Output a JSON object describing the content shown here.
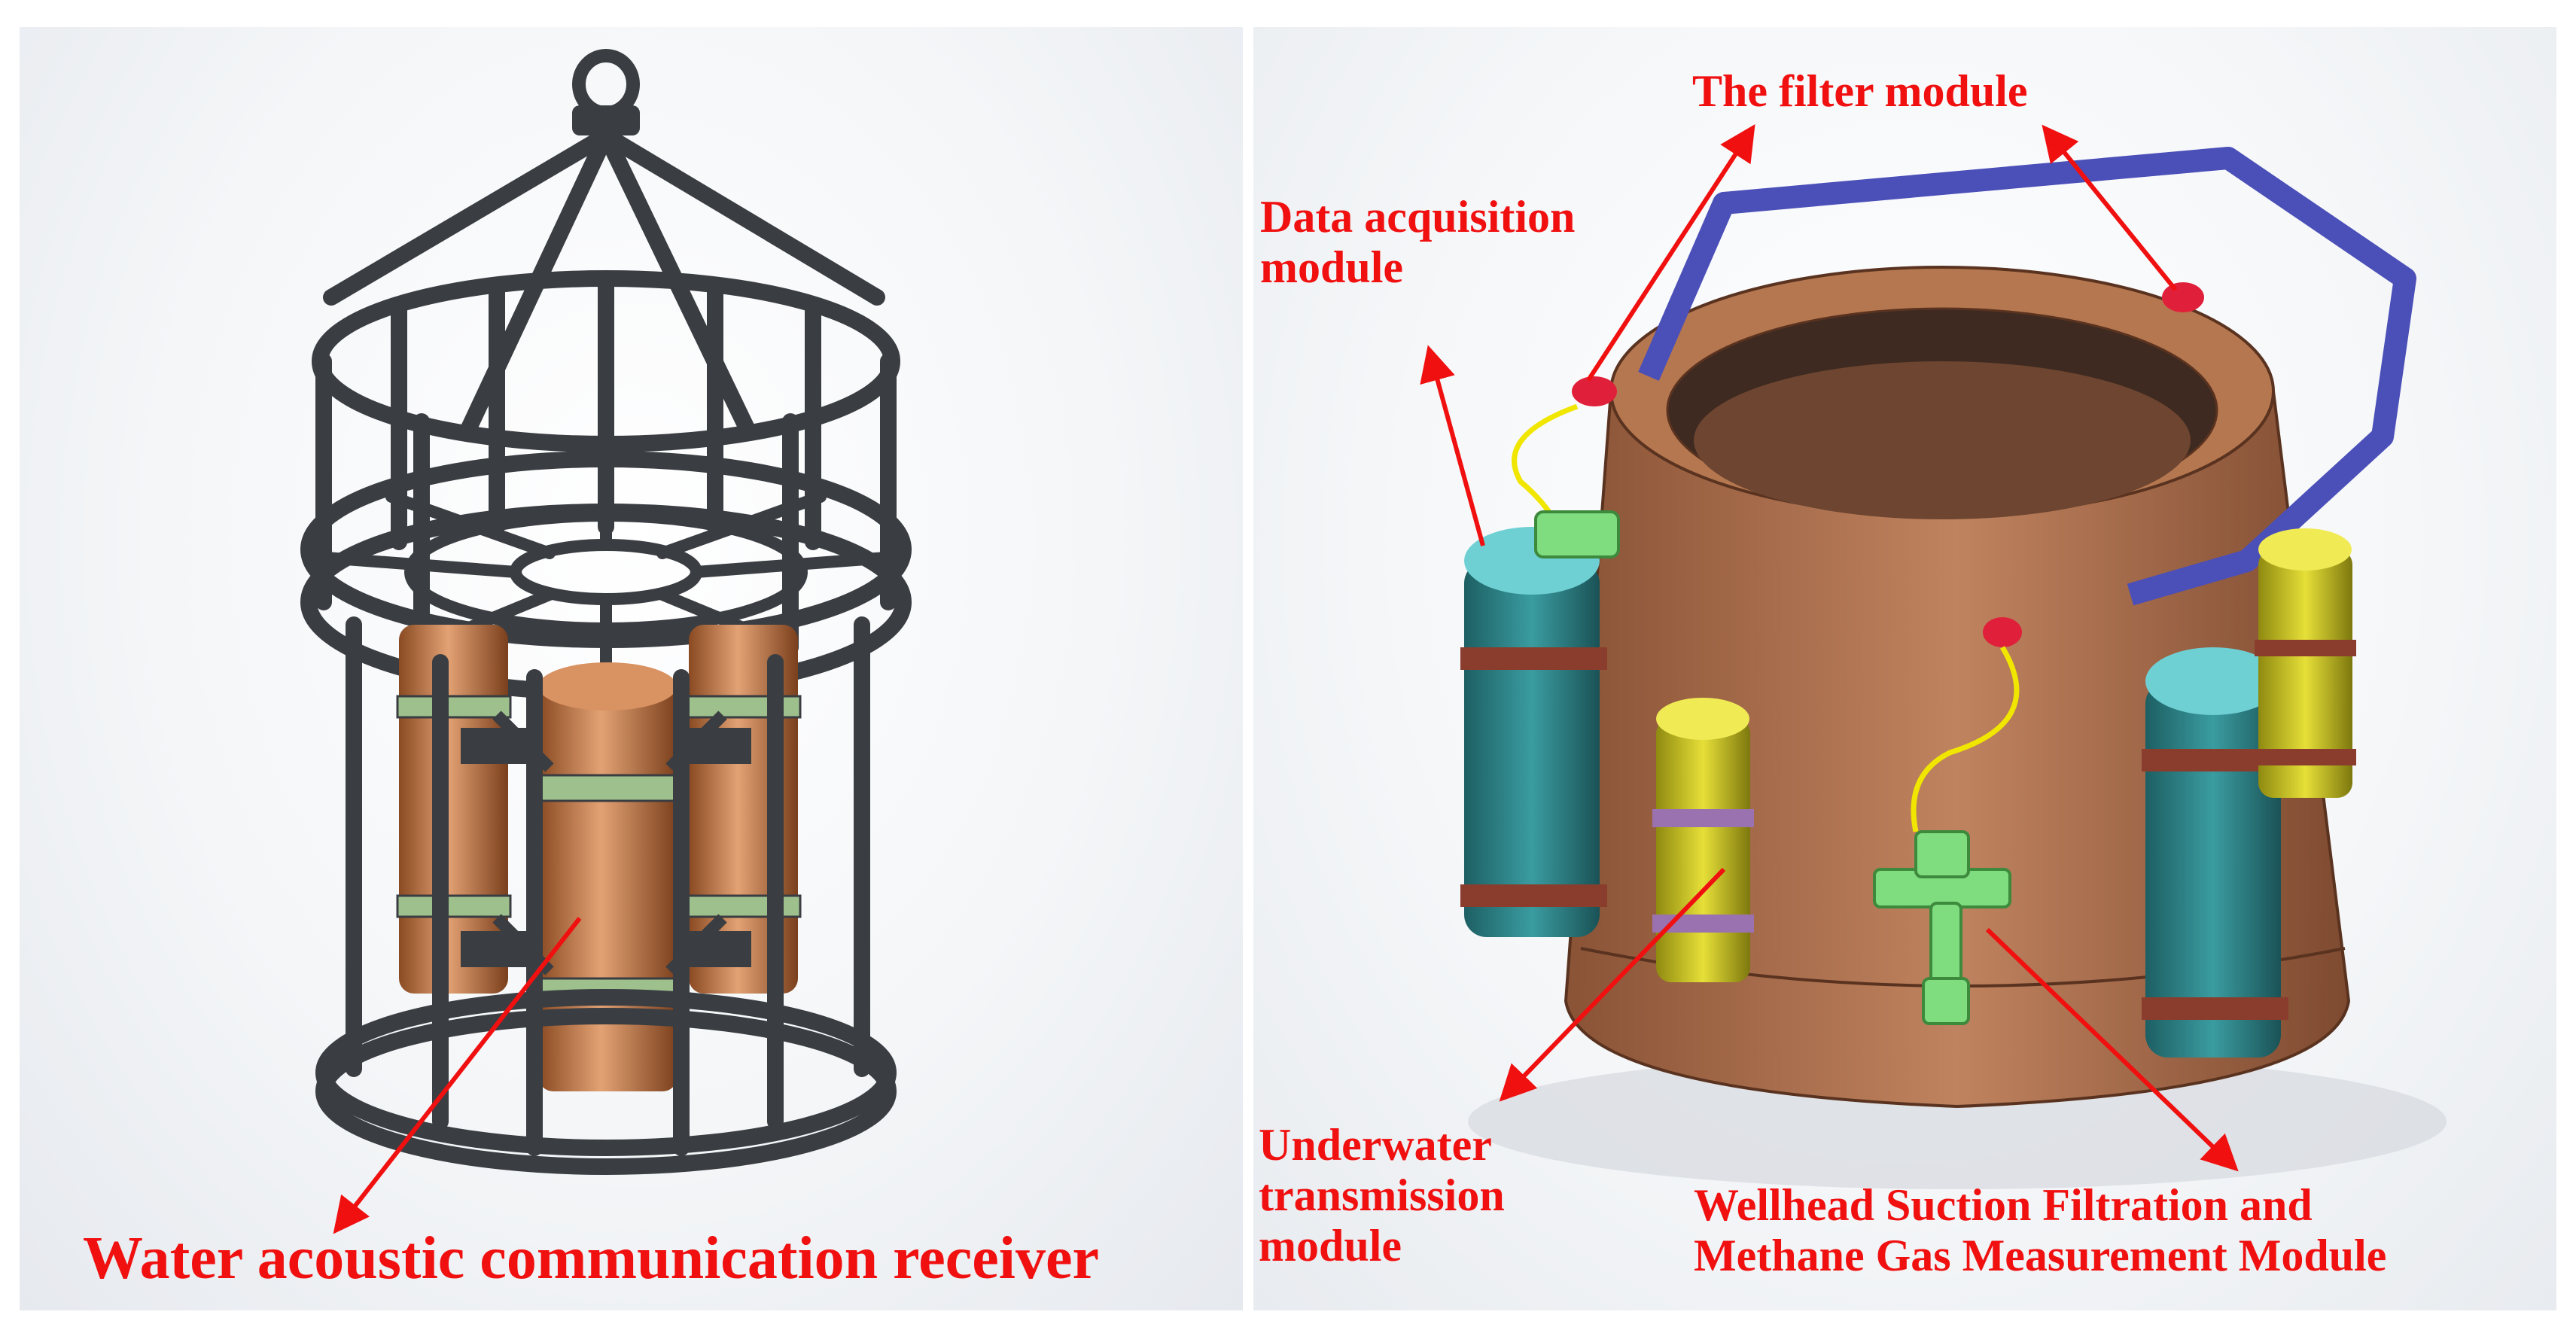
{
  "left_panel": {
    "receiver_label": "Water acoustic communication receiver"
  },
  "right_panel": {
    "filter_label": "The filter module",
    "data_acquisition_label": [
      "Data acquisition",
      "module"
    ],
    "underwater_label": [
      "Underwater",
      "transmission",
      "module"
    ],
    "wellhead_label": [
      "Wellhead Suction Filtration and",
      "Methane Gas Measurement Module"
    ]
  },
  "colors": {
    "label_red": "#f01010",
    "frame_gray": "#3a3d42",
    "copper": "#c97a45",
    "cylinder_teal": "#2e7f83",
    "cylinder_yellow": "#c9c21c",
    "handle_blue": "#4b4fb8",
    "valve_green": "#7fdc7f",
    "body_brown": "#a86a47"
  }
}
